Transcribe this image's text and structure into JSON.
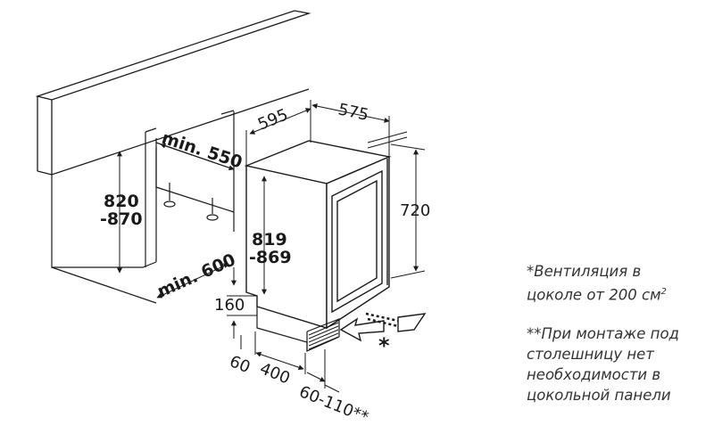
{
  "dimensions": {
    "d595": "595",
    "d575": "575",
    "min550": "min. 550",
    "d720": "720",
    "d820_870_a": "820",
    "d820_870_b": "-870",
    "d819_869_a": "819",
    "d819_869_b": "-869",
    "min600": "min. 600",
    "d160": "160",
    "d60": "60",
    "d400": "400",
    "d60_110": "60-110**",
    "star": "*"
  },
  "notes": {
    "note1_line1": "*Вентиляция в",
    "note1_line2": "цоколе от 200 см",
    "note1_sup": "2",
    "note2_line1": "**При монтаже под",
    "note2_line2": "столешницу нет",
    "note2_line3": "необходимости в",
    "note2_line4": "цокольной панели"
  },
  "colors": {
    "line": "#1a1a1a",
    "note_text": "#333333"
  }
}
